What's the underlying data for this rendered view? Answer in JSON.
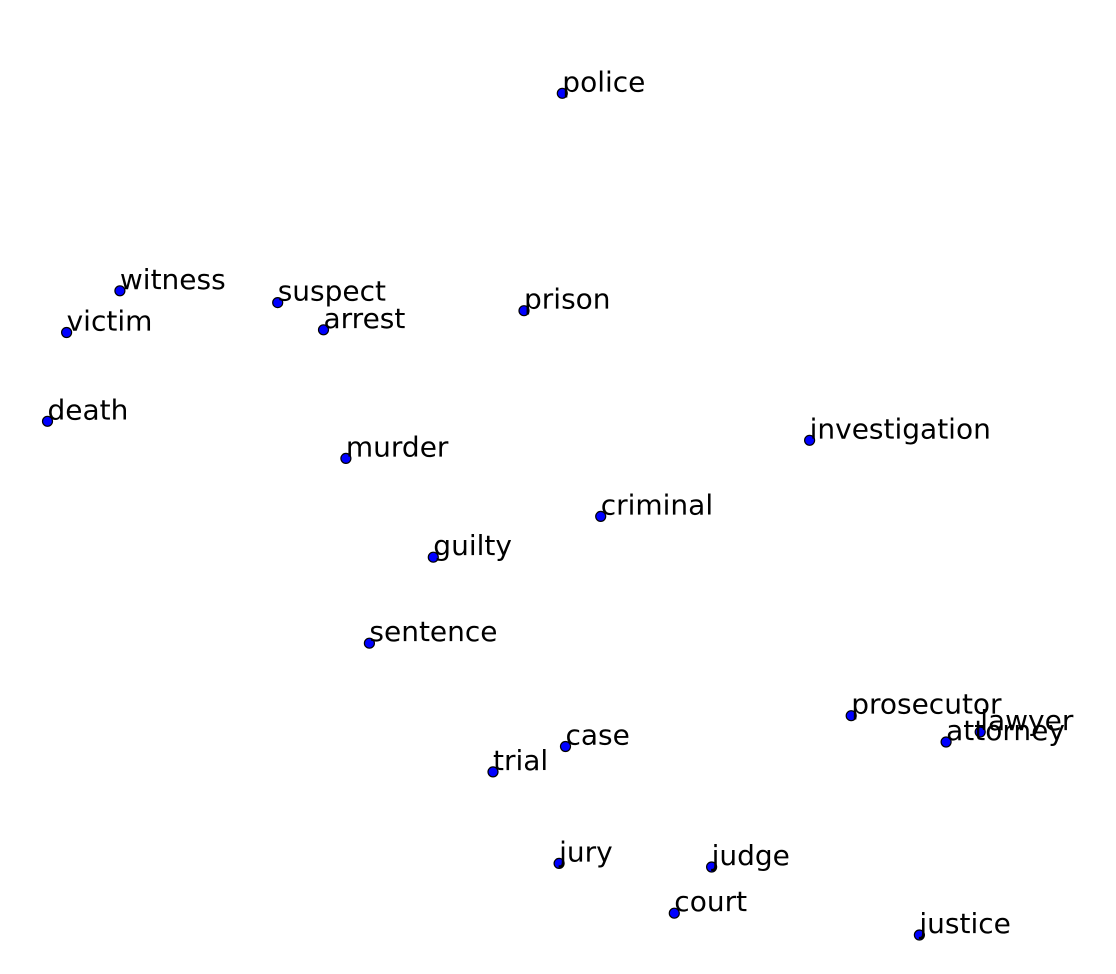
{
  "chart_data": {
    "type": "scatter",
    "title": "",
    "xlabel": "",
    "ylabel": "",
    "axes_visible": false,
    "grid": false,
    "legend": "none",
    "marker_color": "#0000ff",
    "marker_edge_color": "#000000",
    "label_color": "#000000",
    "xlim": [
      0,
      100
    ],
    "ylim": [
      0,
      100
    ],
    "points": [
      {
        "label": "police",
        "x": 50.5,
        "y": 95.0
      },
      {
        "label": "witness",
        "x": 9.0,
        "y": 73.2
      },
      {
        "label": "suspect",
        "x": 23.8,
        "y": 71.9
      },
      {
        "label": "victim",
        "x": 4.0,
        "y": 68.6
      },
      {
        "label": "arrest",
        "x": 28.1,
        "y": 68.9
      },
      {
        "label": "prison",
        "x": 46.9,
        "y": 71.0
      },
      {
        "label": "death",
        "x": 2.2,
        "y": 58.8
      },
      {
        "label": "murder",
        "x": 30.2,
        "y": 54.7
      },
      {
        "label": "investigation",
        "x": 73.7,
        "y": 56.7
      },
      {
        "label": "criminal",
        "x": 54.1,
        "y": 48.3
      },
      {
        "label": "guilty",
        "x": 38.4,
        "y": 43.8
      },
      {
        "label": "sentence",
        "x": 32.4,
        "y": 34.3
      },
      {
        "label": "prosecutor",
        "x": 77.6,
        "y": 26.3
      },
      {
        "label": "lawyer",
        "x": 89.7,
        "y": 24.5
      },
      {
        "label": "attorney",
        "x": 86.5,
        "y": 23.4
      },
      {
        "label": "case",
        "x": 50.8,
        "y": 22.9
      },
      {
        "label": "trial",
        "x": 44.0,
        "y": 20.1
      },
      {
        "label": "jury",
        "x": 50.2,
        "y": 10.0
      },
      {
        "label": "judge",
        "x": 64.5,
        "y": 9.6
      },
      {
        "label": "court",
        "x": 61.0,
        "y": 4.5
      },
      {
        "label": "justice",
        "x": 84.0,
        "y": 2.1
      }
    ]
  }
}
